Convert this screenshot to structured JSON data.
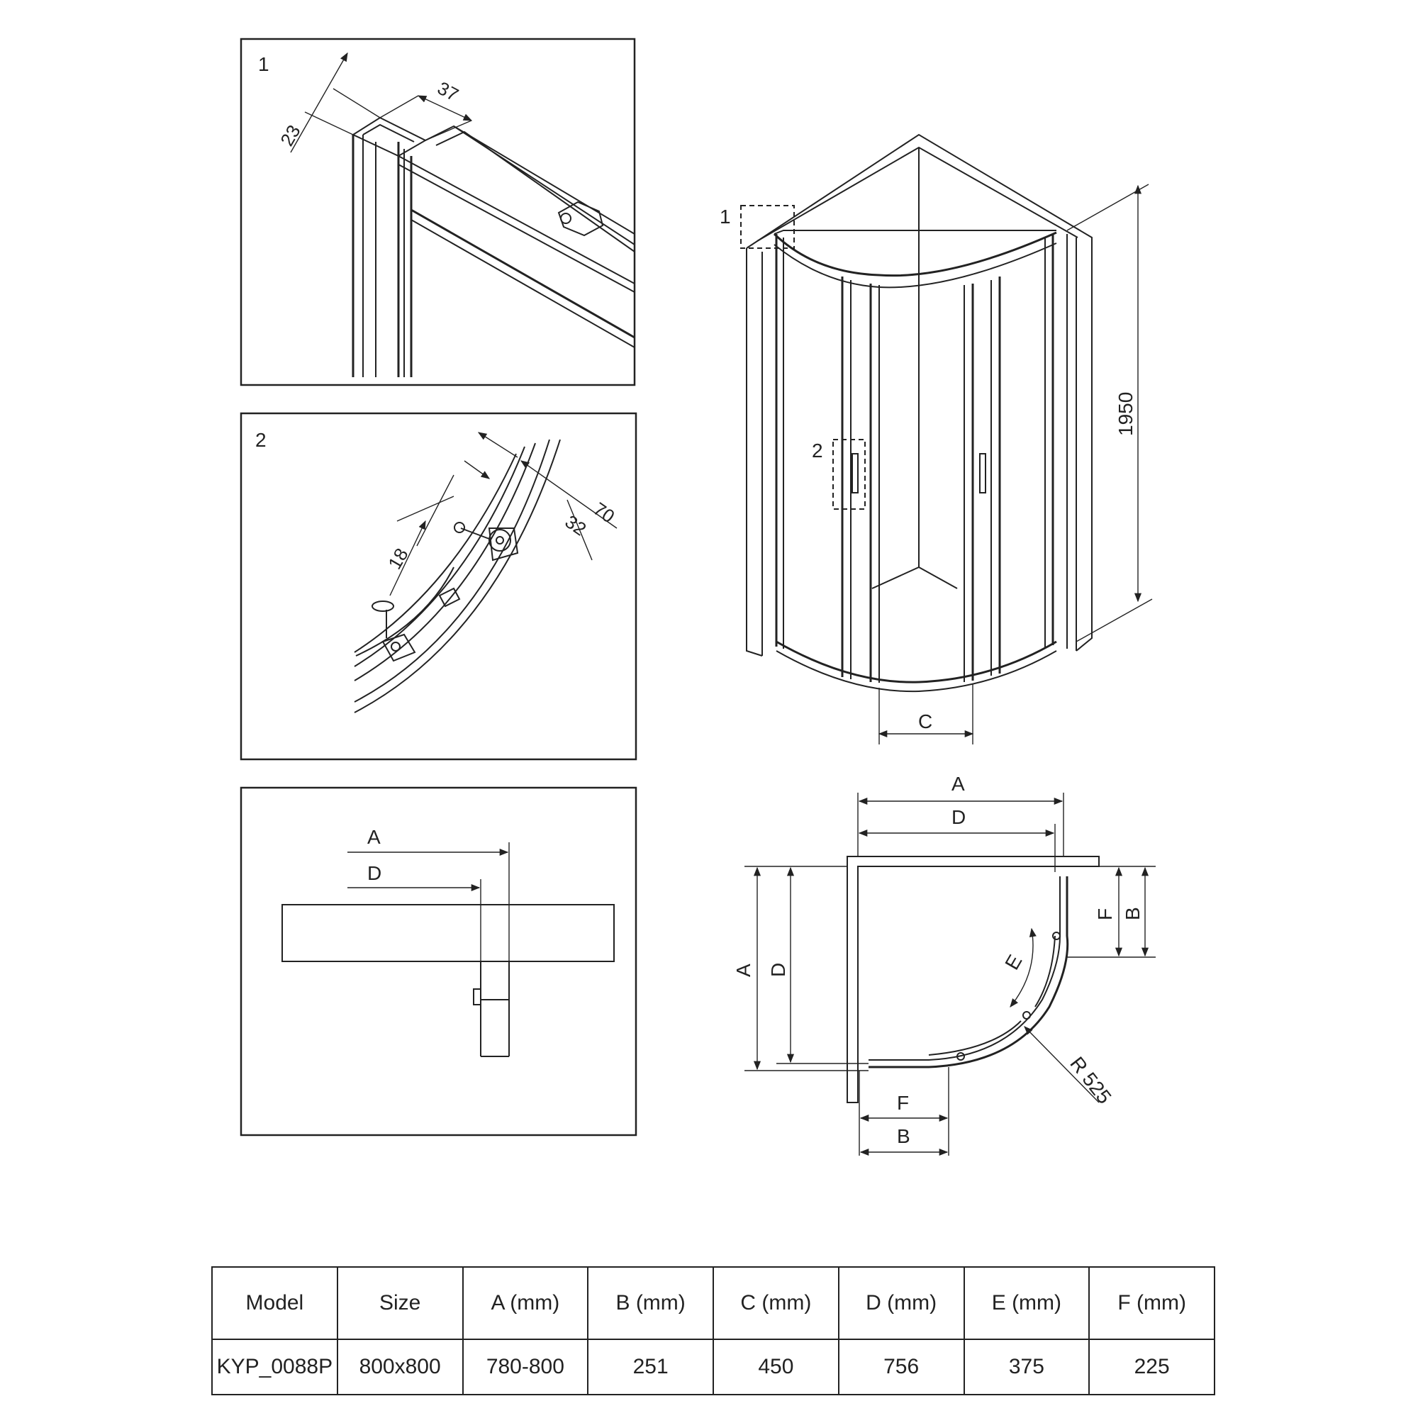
{
  "detail_1": {
    "number": "1",
    "dim_frame": "23",
    "dim_rail": "37"
  },
  "detail_2": {
    "number": "2",
    "dim_a": "70",
    "dim_b": "32",
    "dim_c": "18"
  },
  "detail_3": {
    "label_a": "A",
    "label_d": "D"
  },
  "perspective": {
    "callout_1": "1",
    "callout_2": "2",
    "height": "1950",
    "label_c": "C"
  },
  "plan": {
    "label_a_top": "A",
    "label_d_top": "D",
    "label_a_left": "A",
    "label_d_left": "D",
    "label_f_right": "F",
    "label_b_right": "B",
    "label_e": "E",
    "label_f_bottom": "F",
    "label_b_bottom": "B",
    "radius": "R 525"
  },
  "spec_table": {
    "headers": [
      "Model",
      "Size",
      "A (mm)",
      "B (mm)",
      "C (mm)",
      "D (mm)",
      "E (mm)",
      "F (mm)"
    ],
    "row": [
      "KYP_0088P",
      "800x800",
      "780-800",
      "251",
      "450",
      "756",
      "375",
      "225"
    ]
  }
}
